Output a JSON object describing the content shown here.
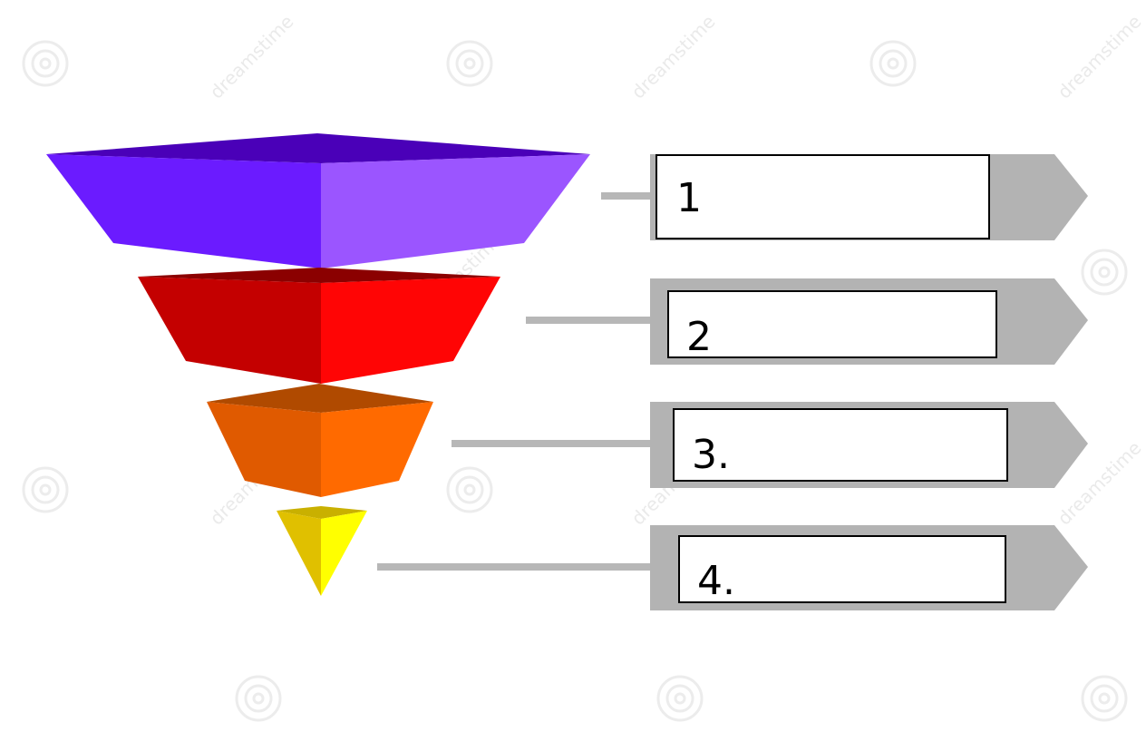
{
  "diagram": {
    "type": "inverted-pyramid-funnel",
    "colors": {
      "layer1": {
        "left": "#6b1bff",
        "right": "#9b55ff",
        "top": "#4a00b8"
      },
      "layer2": {
        "left": "#c40000",
        "right": "#ff0505",
        "top": "#8b0000"
      },
      "layer3": {
        "left": "#e05a00",
        "right": "#ff6a00",
        "top": "#b04a00"
      },
      "layer4": {
        "left": "#e0c000",
        "right": "#ffff00",
        "top": "#c9b000"
      },
      "connector": "#b7b7b7",
      "arrow": "#b3b3b3",
      "box_fill": "#ffffff",
      "box_border": "#000000"
    },
    "items": [
      {
        "label": "1"
      },
      {
        "label": "2"
      },
      {
        "label": "3."
      },
      {
        "label": "4."
      }
    ],
    "watermark": "dreamstime"
  }
}
